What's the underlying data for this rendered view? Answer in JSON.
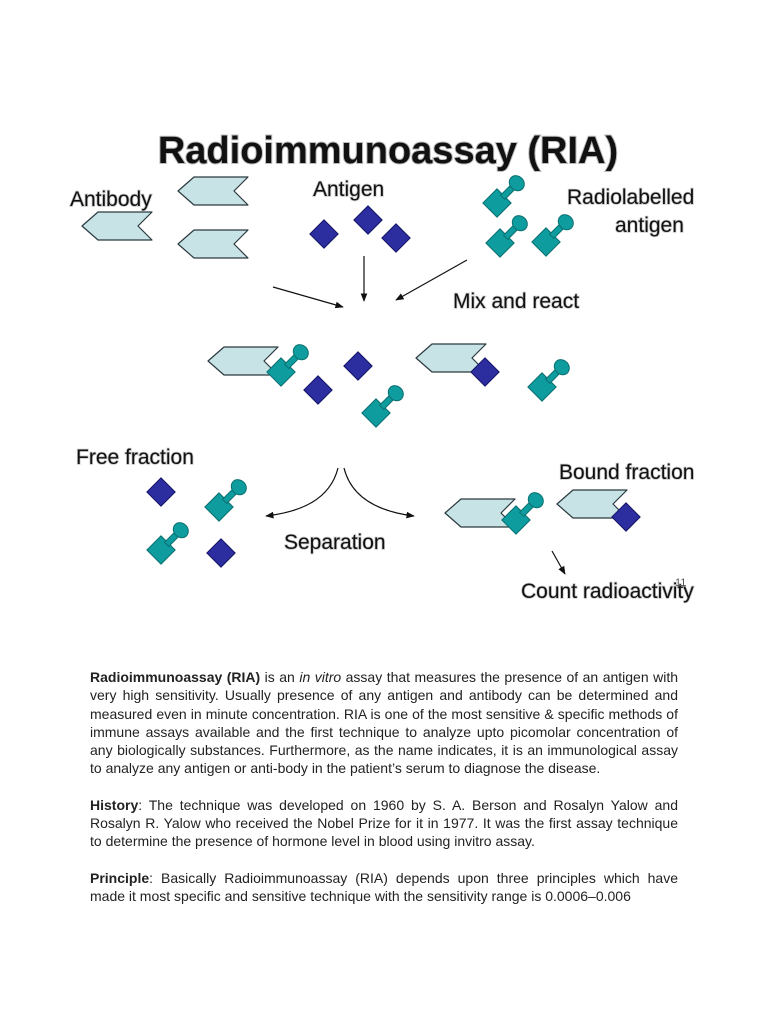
{
  "diagram": {
    "title": "Radioimmunoassay (RIA)",
    "labels": {
      "antibody": "Antibody",
      "antigen": "Antigen",
      "radiolabelled_line1": "Radiolabelled",
      "radiolabelled_line2": "antigen",
      "mix_and_react": "Mix and react",
      "free_fraction": "Free fraction",
      "bound_fraction": "Bound fraction",
      "separation": "Separation",
      "count_radioactivity": "Count radioactivity",
      "slide_number": "11"
    },
    "colors": {
      "antibody_fill": "#c7e3e6",
      "antigen_fill": "#2c2ea0",
      "radiolabel_fill": "#0f9c9e"
    }
  },
  "paragraphs": {
    "intro": {
      "term": "Radioimmunoassay (RIA)",
      "text_before_italic": " is an ",
      "italic": "in vitro",
      "text_after_italic": " assay that measures the presence of an antigen with very high sensitivity. Usually presence of any antigen and antibody can be determined and measured even in minute concentration. RIA is one of the most sensitive & specific methods of immune assays available and the first technique to analyze upto picomolar concentration of any biologically substances.  Furthermore, as the name indicates, it is an immunological assay to analyze any antigen or anti-body in the patient’s serum to diagnose the disease."
    },
    "history": {
      "term": "History",
      "text": ": The technique was developed on 1960 by S. A. Berson and Rosalyn Yalow and Rosalyn R. Yalow who received the Nobel Prize for it in 1977. It was the first assay technique to determine the presence of hormone level in blood using invitro assay."
    },
    "principle": {
      "term": "Principle",
      "text": ": Basically Radioimmunoassay (RIA) depends upon three principles which have made it most specific and sensitive technique with the sensitivity range is 0.0006–0.006"
    }
  }
}
